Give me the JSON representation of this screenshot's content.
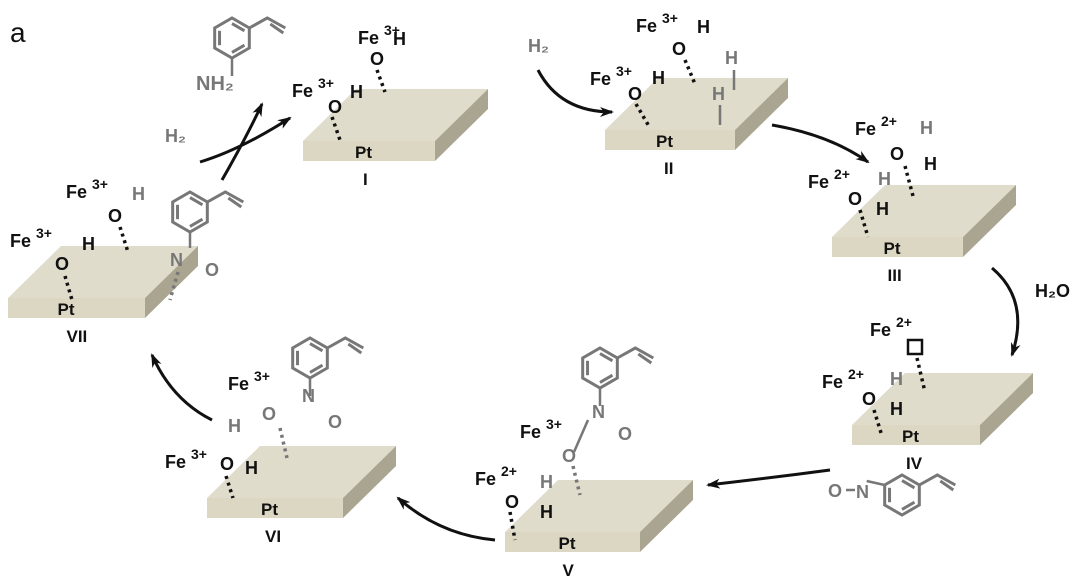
{
  "panel_label": "a",
  "atoms": {
    "fe": "Fe",
    "o": "O",
    "h": "H",
    "n": "N",
    "nh2": "NH₂"
  },
  "charges": {
    "fe3": "3+",
    "fe2": "2+"
  },
  "reagents": {
    "h2": "H₂",
    "h2o": "H₂O"
  },
  "surface_label": "Pt",
  "states": [
    "I",
    "II",
    "III",
    "IV",
    "V",
    "VI",
    "VII"
  ],
  "colors": {
    "slab_top": "#e0dccb",
    "slab_front": "#dcd7c2",
    "slab_side": "#a9a591",
    "reactant_gray": "#777777",
    "ink": "#111111"
  }
}
